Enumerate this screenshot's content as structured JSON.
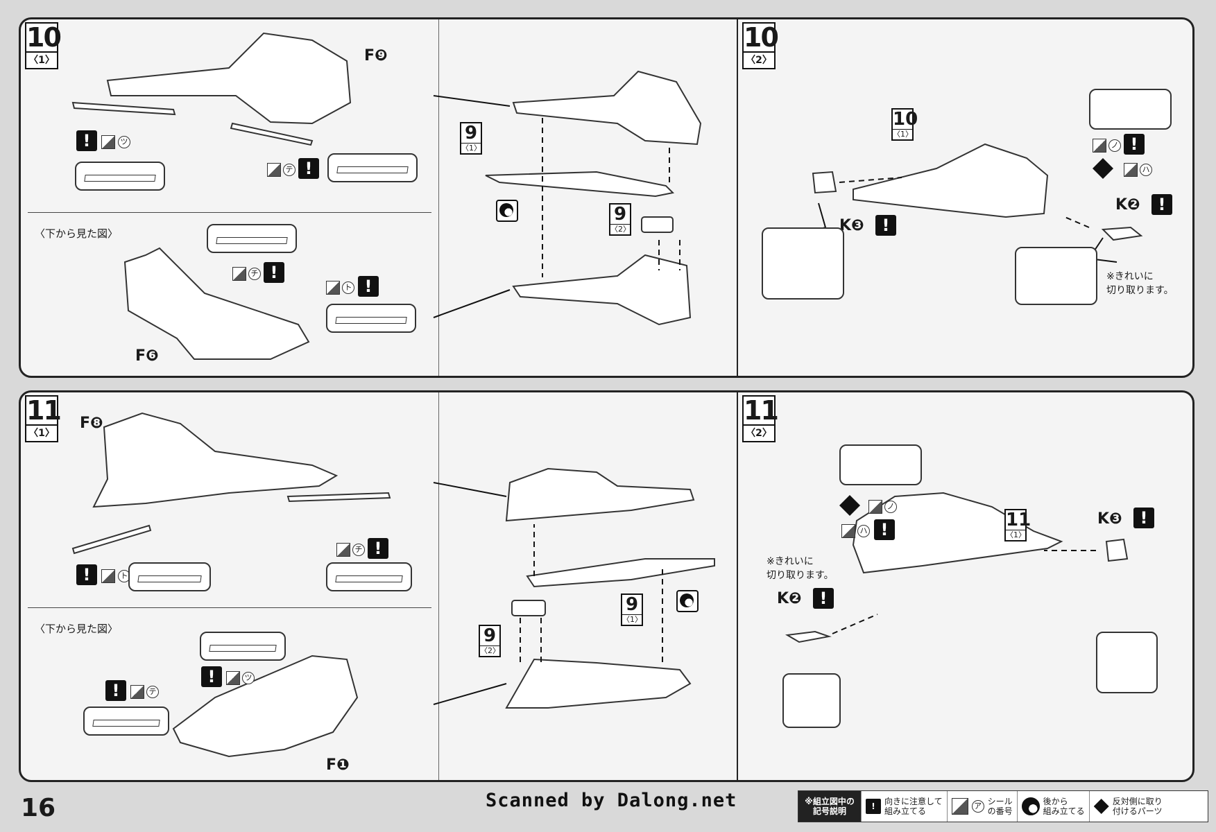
{
  "page": {
    "number": "16",
    "scan_credit": "Scanned by Dalong.net"
  },
  "panels": {
    "p10_1": {
      "step": "10",
      "sub": "〈1〉",
      "part_top": "F❾",
      "part_bottom": "F❻",
      "view_note": "〈下から見た図〉",
      "seals": [
        "ツ",
        "テ",
        "チ",
        "ト"
      ],
      "subassembly_a": {
        "num": "9",
        "sub": "〈1〉"
      },
      "subassembly_b": {
        "num": "9",
        "sub": "〈2〉"
      }
    },
    "p10_2": {
      "step": "10",
      "sub": "〈2〉",
      "ref": {
        "num": "10",
        "sub": "〈1〉"
      },
      "parts": [
        "K❸",
        "K❷"
      ],
      "seals": [
        "ノ",
        "ハ"
      ],
      "note": "※きれいに\n切り取ります。"
    },
    "p11_1": {
      "step": "11",
      "sub": "〈1〉",
      "part_top": "F❽",
      "part_bottom": "F❶",
      "view_note": "〈下から見た図〉",
      "seals": [
        "ト",
        "チ",
        "ツ",
        "テ"
      ],
      "subassembly_a": {
        "num": "9",
        "sub": "〈1〉"
      },
      "subassembly_b": {
        "num": "9",
        "sub": "〈2〉"
      }
    },
    "p11_2": {
      "step": "11",
      "sub": "〈2〉",
      "ref": {
        "num": "11",
        "sub": "〈1〉"
      },
      "parts": [
        "K❸",
        "K❷"
      ],
      "seals": [
        "ノ",
        "ハ"
      ],
      "note": "※きれいに\n切り取ります。"
    }
  },
  "legend": {
    "title": "※組立図中の\n記号説明",
    "items": [
      {
        "icon": "warning-icon",
        "glyph": "!",
        "text": "向きに注意して\n組み立てる"
      },
      {
        "icon": "seal-icon",
        "glyph": "ア",
        "text": "シール\nの番号"
      },
      {
        "icon": "glue-icon",
        "glyph": "",
        "text": "後から\n組み立てる"
      },
      {
        "icon": "mirror-icon",
        "glyph": "",
        "text": "反対側に取り\n付けるパーツ"
      }
    ]
  }
}
